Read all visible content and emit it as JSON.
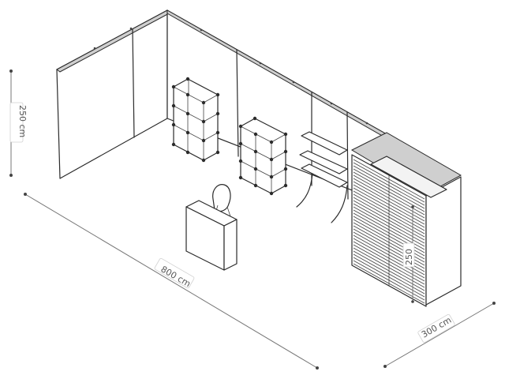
{
  "dimensions": {
    "height": {
      "text": "250 cm",
      "icon": "vertical-dimension-line"
    },
    "length": {
      "text": "800 cm",
      "icon": "diagonal-dimension-line"
    },
    "depth": {
      "text": "300 cm",
      "icon": "diagonal-dimension-line"
    },
    "cabin_height": {
      "text": "250",
      "icon": "vertical-dimension-line"
    }
  },
  "colors": {
    "line": "#2b2b2b",
    "dimension": "#777777",
    "label": "#555555"
  }
}
